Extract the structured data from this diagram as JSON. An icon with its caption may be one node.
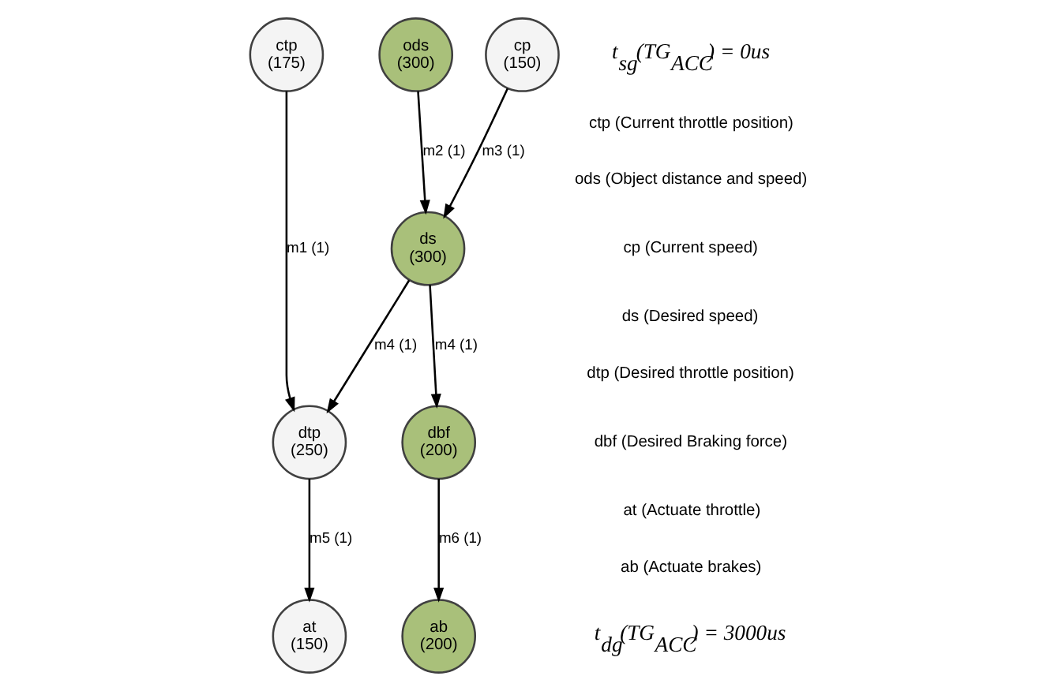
{
  "diagram": {
    "nodes": [
      {
        "text": [
          "ctp",
          "(175)"
        ]
      },
      {
        "text": [
          "ods",
          "(300)"
        ]
      },
      {
        "text": [
          "cp",
          "(150)"
        ]
      },
      {
        "text": [
          "ds",
          "(300)"
        ]
      },
      {
        "text": [
          "dtp",
          "(250)"
        ]
      },
      {
        "text": [
          "dbf",
          "(200)"
        ]
      },
      {
        "text": [
          "at",
          "(150)"
        ]
      },
      {
        "text": [
          "ab",
          "(200)"
        ]
      }
    ],
    "edges": [
      {
        "from": 0,
        "to": 4,
        "arrow": "to",
        "label": "m1 (1)"
      },
      {
        "from": 1,
        "to": 3,
        "arrow": "to",
        "label": "m2 (1)"
      },
      {
        "from": 2,
        "to": 3,
        "arrow": "to",
        "label": "m3 (1)"
      },
      {
        "from": 3,
        "to": 4,
        "arrow": "to",
        "label": "m4 (1)"
      },
      {
        "from": 3,
        "to": 5,
        "arrow": "to",
        "label": "m4 (1)"
      },
      {
        "from": 4,
        "to": 6,
        "arrow": "to",
        "label": "m5 (1)"
      },
      {
        "from": 5,
        "to": 7,
        "arrow": "to",
        "label": "m6 (1)"
      }
    ],
    "labels": [
      "t$_{sg}$(TG$_{ACC}$) = 0us",
      "ctp (Current throttle position)",
      "ods (Object distance and speed)",
      "cp (Current speed)",
      "ds (Desired speed)",
      "dtp (Desired throttle position)",
      "dbf (Desired Braking force)",
      "at (Actuate throttle)",
      "ab (Actuate brakes)",
      "t$_{dg}$(TG$_{ACC}$) = 3000us"
    ]
  }
}
